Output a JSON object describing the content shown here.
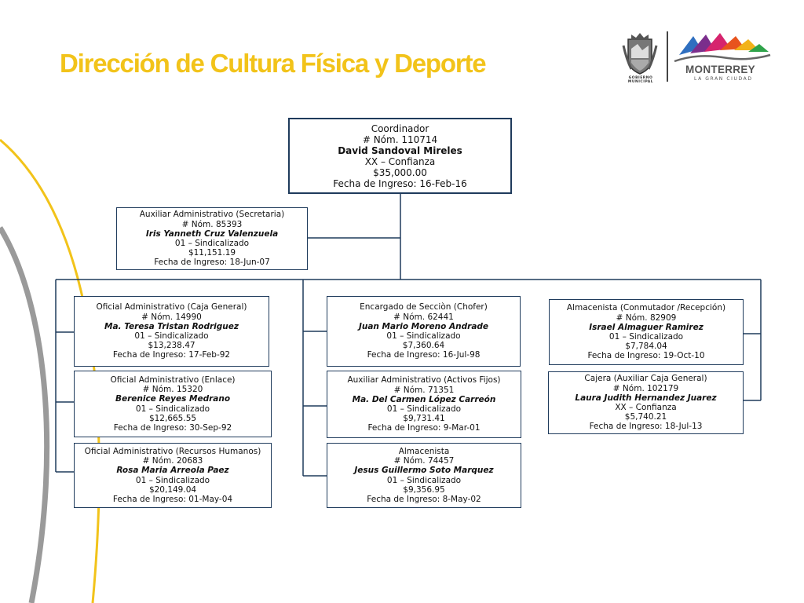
{
  "page": {
    "title": "Dirección de Cultura Física y Deporte"
  },
  "logo": {
    "gobierno_label": "GOBIERNO MUNICIPAL",
    "city_name": "MONTERREY",
    "city_tagline": "LA GRAN CIUDAD"
  },
  "colors": {
    "title": "#f2c31a",
    "box_border": "#1f3b5c",
    "line": "#1f3b5c",
    "arc_gray": "#9a9a9a",
    "arc_yellow": "#f2c31a"
  },
  "org": {
    "coordinator": {
      "role": "Coordinador",
      "nom": "# Nóm. 110714",
      "name": "David Sandoval Mireles",
      "type": "XX – Confianza",
      "salary": "$35,000.00",
      "date": "Fecha de Ingreso: 16-Feb-16"
    },
    "secretary": {
      "role": "Auxiliar Administrativo (Secretaria)",
      "nom": "# Nóm. 85393",
      "name": "Iris Yanneth Cruz Valenzuela",
      "type": "01 – Sindicalizado",
      "salary": "$11,151.19",
      "date": "Fecha de Ingreso: 18-Jun-07"
    },
    "col1": [
      {
        "role": "Oficial Administrativo (Caja General)",
        "nom": "# Nóm.  14990",
        "name": "Ma. Teresa Tristan Rodriguez",
        "type": "01 – Sindicalizado",
        "salary": "$13,238.47",
        "date": "Fecha de Ingreso: 17-Feb-92"
      },
      {
        "role": "Oficial Administrativo (Enlace)",
        "nom": "# Nóm. 15320",
        "name": "Berenice Reyes Medrano",
        "type": "01 – Sindicalizado",
        "salary": "$12,665.55",
        "date": "Fecha de Ingreso: 30-Sep-92"
      },
      {
        "role": "Oficial Administrativo (Recursos Humanos)",
        "nom": "# Nóm. 20683",
        "name": "Rosa Maria Arreola Paez",
        "type": "01 – Sindicalizado",
        "salary": "$20,149.04",
        "date": "Fecha de Ingreso: 01-May-04"
      }
    ],
    "col2": [
      {
        "role": "Encargado de Secciòn  (Chofer)",
        "nom": "# Nóm. 62441",
        "name": "Juan Mario Moreno Andrade",
        "type": "01 – Sindicalizado",
        "salary": "$7,360.64",
        "date": "Fecha de Ingreso: 16-Jul-98"
      },
      {
        "role": "Auxiliar Administrativo (Activos Fijos)",
        "nom": "# Nóm. 71351",
        "name": "Ma. Del Carmen López Carreón",
        "type": "01 – Sindicalizado",
        "salary": "$9,731.41",
        "date": "Fecha de Ingreso: 9-Mar-01"
      },
      {
        "role": "Almacenista",
        "nom": "# Nóm. 74457",
        "name": "Jesus Guillermo Soto Marquez",
        "type": "01 – Sindicalizado",
        "salary": "$9,356.95",
        "date": "Fecha de Ingreso: 8-May-02"
      }
    ],
    "col3": [
      {
        "role": "Almacenista  (Conmutador /Recepción)",
        "nom": "# Nóm. 82909",
        "name": "Israel Almaguer Ramirez",
        "type": "01 – Sindicalizado",
        "salary": "$7,784.04",
        "date": "Fecha de Ingreso: 19-Oct-10"
      },
      {
        "role": "Cajera (Auxiliar Caja General)",
        "nom": "# Nóm. 102179",
        "name": "Laura Judith Hernandez Juarez",
        "type": "XX – Confianza",
        "salary": "$5,740.21",
        "date": "Fecha de Ingreso: 18-Jul-13"
      }
    ]
  }
}
